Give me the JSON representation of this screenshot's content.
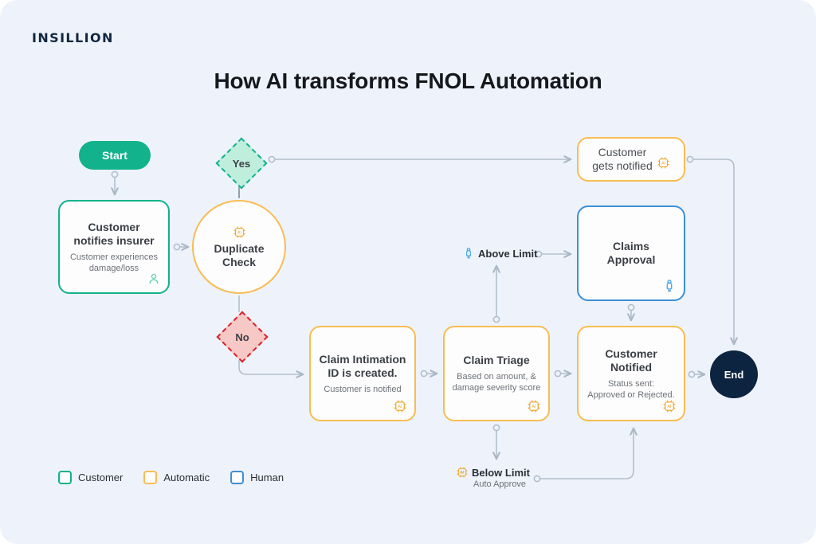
{
  "brand": {
    "logo": "INSILLION"
  },
  "page": {
    "title": "How AI transforms FNOL Automation"
  },
  "colors": {
    "background": "#eef3fb",
    "customer_green": "#12b28c",
    "automatic_orange": "#f9bc52",
    "human_blue": "#3d8fd6",
    "end_navy": "#0d2440",
    "yes_fill": "#bfeedd",
    "no_fill": "#f6c8c6",
    "no_border": "#d8232a",
    "wire": "#b3bfcc",
    "title_text": "#16181d",
    "body_text": "#3b3f45",
    "muted_text": "#6d7278"
  },
  "flow": {
    "start": {
      "label": "Start"
    },
    "end": {
      "label": "End"
    },
    "nodes": [
      {
        "id": "customer-notifies-insurer",
        "title": "Customer\nnotifies insurer",
        "title_line1": "Customer",
        "title_line2": "notifies insurer",
        "subtitle_line1": "Customer experiences",
        "subtitle_line2": "damage/loss",
        "category": "Customer",
        "icon": "person-icon"
      },
      {
        "id": "duplicate-check",
        "title_line1": "Duplicate",
        "title_line2": "Check",
        "category": "Automatic",
        "icon": "ai-chip-icon"
      },
      {
        "id": "customer-gets-notified",
        "title_line1": "Customer",
        "title_line2": "gets notified",
        "category": "Automatic",
        "icon": "ai-chip-icon"
      },
      {
        "id": "claims-approval",
        "title_line1": "Claims",
        "title_line2": "Approval",
        "category": "Human",
        "icon": "human-icon"
      },
      {
        "id": "claim-intimation-id",
        "title_line1": "Claim Intimation",
        "title_line2": "ID is created.",
        "subtitle_line1": "Customer is notified",
        "category": "Automatic",
        "icon": "ai-chip-icon"
      },
      {
        "id": "claim-triage",
        "title_line1": "Claim Triage",
        "subtitle_line1": "Based on amount, &",
        "subtitle_line2": "damage severity score",
        "category": "Automatic",
        "icon": "ai-chip-icon"
      },
      {
        "id": "customer-notified",
        "title_line1": "Customer",
        "title_line2": "Notified",
        "subtitle_line1": "Status sent:",
        "subtitle_line2": "Approved or Rejected.",
        "category": "Automatic",
        "icon": "ai-chip-icon"
      }
    ],
    "decisions": [
      {
        "id": "yes",
        "label": "Yes"
      },
      {
        "id": "no",
        "label": "No"
      }
    ],
    "branch_labels": [
      {
        "id": "above-limit",
        "label": "Above Limit",
        "sublabel": "",
        "icon": "human-icon"
      },
      {
        "id": "below-limit",
        "label": "Below Limit",
        "sublabel": "Auto Approve",
        "icon": "ai-chip-icon"
      }
    ]
  },
  "legend": {
    "items": [
      {
        "label": "Customer",
        "color": "#12b28c"
      },
      {
        "label": "Automatic",
        "color": "#f9bc52"
      },
      {
        "label": "Human",
        "color": "#3d8fd6"
      }
    ]
  }
}
